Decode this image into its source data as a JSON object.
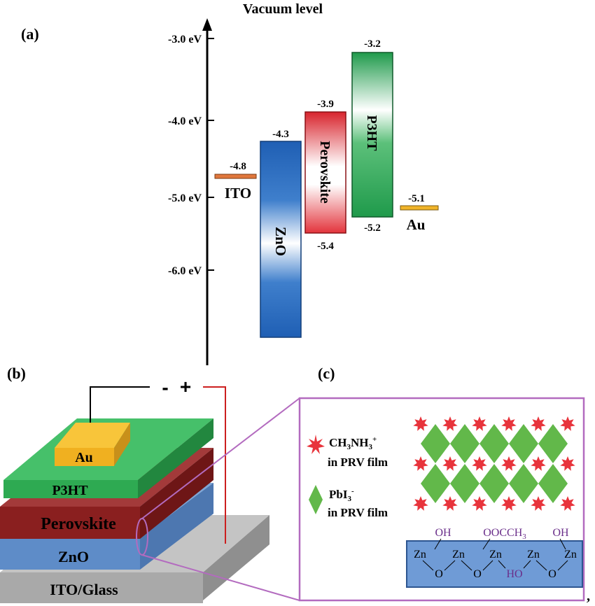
{
  "panel_a": {
    "label": "(a)",
    "axis_title": "Vacuum level",
    "ticks": [
      "-3.0 eV",
      "-4.0 eV",
      "-5.0 eV",
      "-6.0 eV"
    ],
    "materials": [
      {
        "name": "ITO",
        "levels": [
          "-4.8"
        ],
        "color": "#e0773c"
      },
      {
        "name": "ZnO",
        "levels": [
          "-4.3"
        ],
        "color": "#1f5fb4"
      },
      {
        "name": "Perovskite",
        "levels": [
          "-3.9",
          "-5.4"
        ],
        "color": "#e2313a"
      },
      {
        "name": "P3HT",
        "levels": [
          "-3.2",
          "-5.2"
        ],
        "color": "#1f9a4b"
      },
      {
        "name": "Au",
        "levels": [
          "-5.1"
        ],
        "color": "#f0b429"
      }
    ]
  },
  "panel_b": {
    "label": "(b)",
    "polarity_minus": "-",
    "polarity_plus": "+",
    "layers": [
      "Au",
      "P3HT",
      "Perovskite",
      "ZnO",
      "ITO/Glass"
    ]
  },
  "panel_c": {
    "label": "(c)",
    "legend": [
      {
        "formula": "CH3NH3+",
        "subtitle": "in PRV film"
      },
      {
        "formula": "PbI3-",
        "subtitle": "in PRV film"
      }
    ],
    "chem_top": [
      "OH",
      "OOCCH3",
      "OH"
    ],
    "chem_zn": [
      "Zn",
      "Zn",
      "Zn",
      "Zn",
      "Zn"
    ],
    "chem_bottom": [
      "O",
      "O",
      "HO",
      "O"
    ]
  },
  "trailing_mark": ","
}
